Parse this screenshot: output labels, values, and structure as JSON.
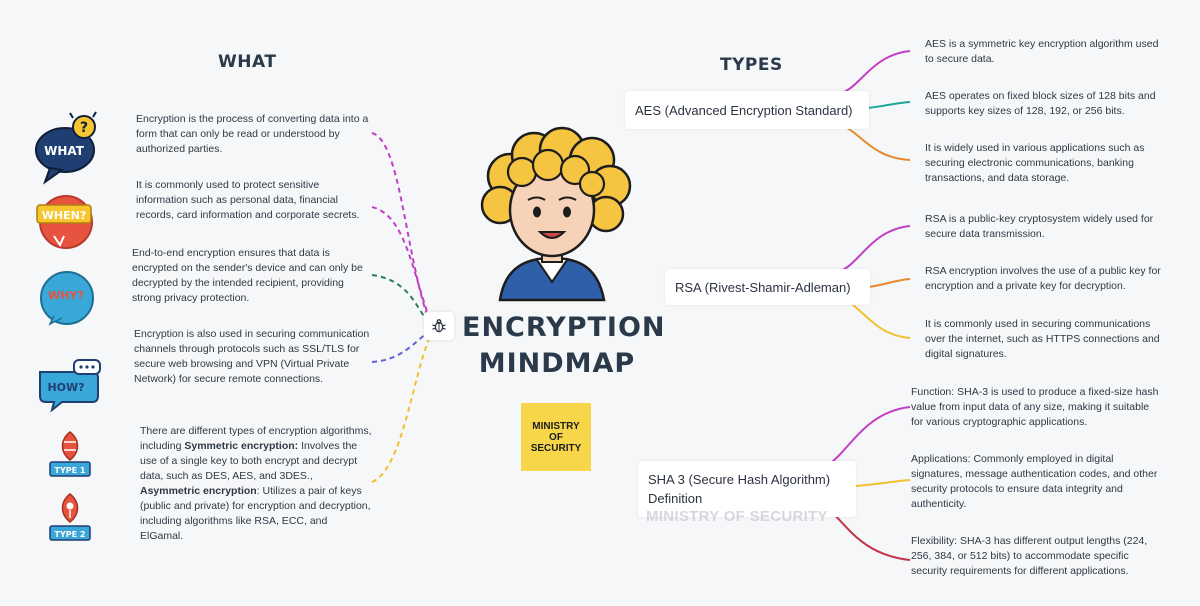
{
  "headings": {
    "what": "WHAT",
    "types": "TYPES"
  },
  "center": {
    "title_line1": "ENCRYPTION",
    "title_line2": "MINDMAP",
    "ministry_label": "MINISTRY OF SECURITY",
    "watermark": "MINISTRY OF SECURITY"
  },
  "badges": {
    "what": "WHAT",
    "when": "WHEN?",
    "why": "WHY?",
    "how": "HOW?",
    "type1": "TYPE 1",
    "type2": "TYPE 2"
  },
  "what_items": [
    "Encryption is the process of converting data into a form that can only be read or understood by authorized parties.",
    "It is commonly used to protect sensitive information such as personal data, financial records, card information and corporate secrets.",
    "End-to-end encryption ensures that data is encrypted on the sender's device and can only be decrypted by the intended recipient, providing strong privacy protection.",
    "Encryption is also used in securing communication channels through protocols such as SSL/TLS for secure web browsing and VPN (Virtual Private Network) for secure remote connections."
  ],
  "what_types_item": {
    "p1": "There are different types of encryption algorithms, including ",
    "b1": "Symmetric encryption:",
    "p2": " Involves the use of a single key to both encrypt and decrypt data, such as DES, AES, and 3DES., ",
    "b2": "Asymmetric encryption",
    "p3": ": Utilizes a pair of keys (public and private) for encryption and decryption, including algorithms like RSA, ECC, and ElGamal."
  },
  "types": [
    {
      "label": "AES (Advanced Encryption Standard)",
      "details": [
        "AES is a symmetric key encryption algorithm used to secure data.",
        "AES operates on fixed block sizes of 128 bits and supports key sizes of 128, 192, or 256 bits.",
        "It is widely used in various applications such as securing electronic communications, banking transactions, and data storage."
      ]
    },
    {
      "label": "RSA (Rivest-Shamir-Adleman)",
      "details": [
        "RSA is a public-key cryptosystem widely used for secure data transmission.",
        "RSA encryption involves the use of a public key for encryption and a private key for decryption.",
        "It is commonly used in securing communications over the internet, such as HTTPS connections and digital signatures."
      ]
    },
    {
      "label": "SHA 3 (Secure Hash Algorithm) Definition",
      "details": [
        "Function: SHA-3 is used to produce a fixed-size hash value from input data of any size, making it suitable for various cryptographic applications.",
        "Applications: Commonly employed in digital signatures, message authentication codes, and other security protocols to ensure data integrity and authenticity.",
        "Flexibility: SHA-3 has different output lengths (224, 256, 384, or 512 bits) to accommodate specific security requirements for different applications."
      ]
    }
  ],
  "colors": {
    "magenta": "#c23fc4",
    "green": "#2e7d5b",
    "purple": "#6a5bd6",
    "yellow": "#f2c12e",
    "teal": "#1aa59a",
    "orange": "#e8892b",
    "crimson": "#c2364a",
    "badge_navy": "#1f3f73",
    "badge_red": "#e8533f",
    "badge_sky": "#3aa7d9",
    "ministry": "#f7d64a"
  },
  "icons": {
    "center_node": "bug-icon",
    "avatar": "curly-haired-person-icon"
  }
}
